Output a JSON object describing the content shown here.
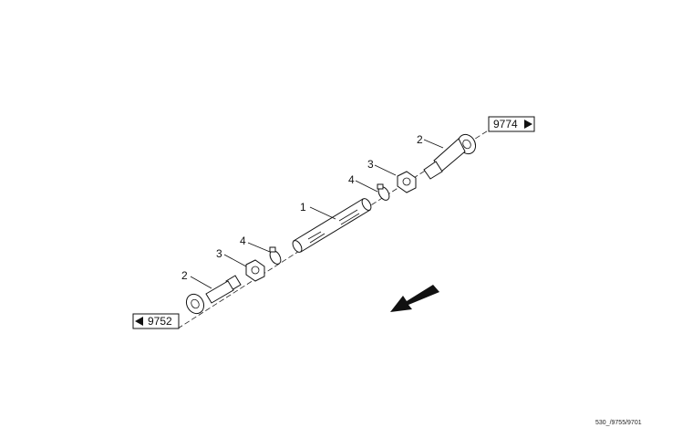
{
  "refs": {
    "top_right": "9774",
    "bottom_left": "9752"
  },
  "labels": {
    "hose": "1",
    "fitting_top": "2",
    "fitting_bottom": "2",
    "nut_top": "3",
    "nut_bottom": "3",
    "clamp_top": "4",
    "clamp_bottom": "4"
  },
  "figure_code": "530_/9755/9701"
}
